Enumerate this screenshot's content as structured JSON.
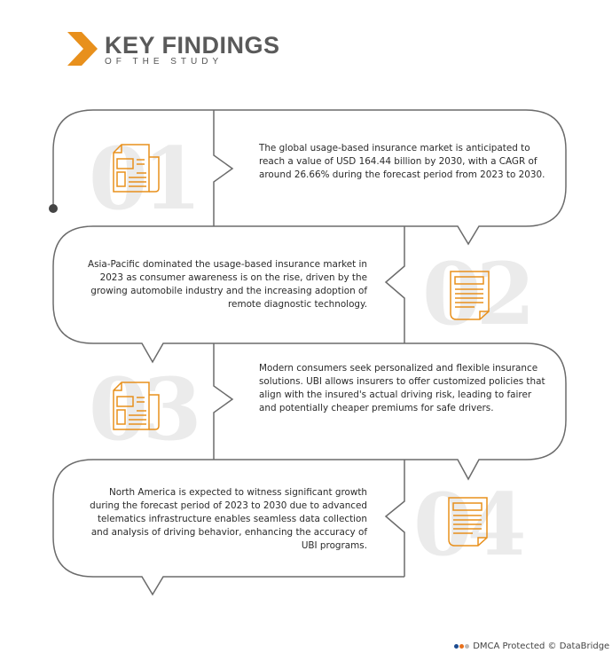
{
  "header": {
    "title": "KEY FINDINGS",
    "subtitle": "OF THE STUDY"
  },
  "findings": [
    {
      "number": "01",
      "text": "The global usage-based insurance market is anticipated to reach a value of USD 164.44 billion by 2030, with a CAGR of around 26.66% during the forecast period from 2023 to 2030."
    },
    {
      "number": "02",
      "text": "Asia-Pacific dominated the usage-based insurance market in 2023 as consumer awareness is on the rise, driven by the growing automobile industry and the increasing adoption of remote diagnostic technology."
    },
    {
      "number": "03",
      "text": "Modern consumers seek personalized and flexible insurance solutions. UBI allows insurers to offer customized policies that align with the insured's actual driving risk, leading to fairer and potentially cheaper premiums for safe drivers."
    },
    {
      "number": "04",
      "text": "North America is expected to witness significant growth during the forecast period of 2023 to 2030 due to advanced telematics infrastructure enables seamless data collection and analysis of driving behavior, enhancing the accuracy of UBI programs."
    }
  ],
  "footer": {
    "text": "DMCA Protected © DataBridge"
  },
  "colors": {
    "accent": "#e8901c",
    "line": "#6b6b6b",
    "title": "#5a5a5a",
    "watermark": "#ebebeb"
  }
}
